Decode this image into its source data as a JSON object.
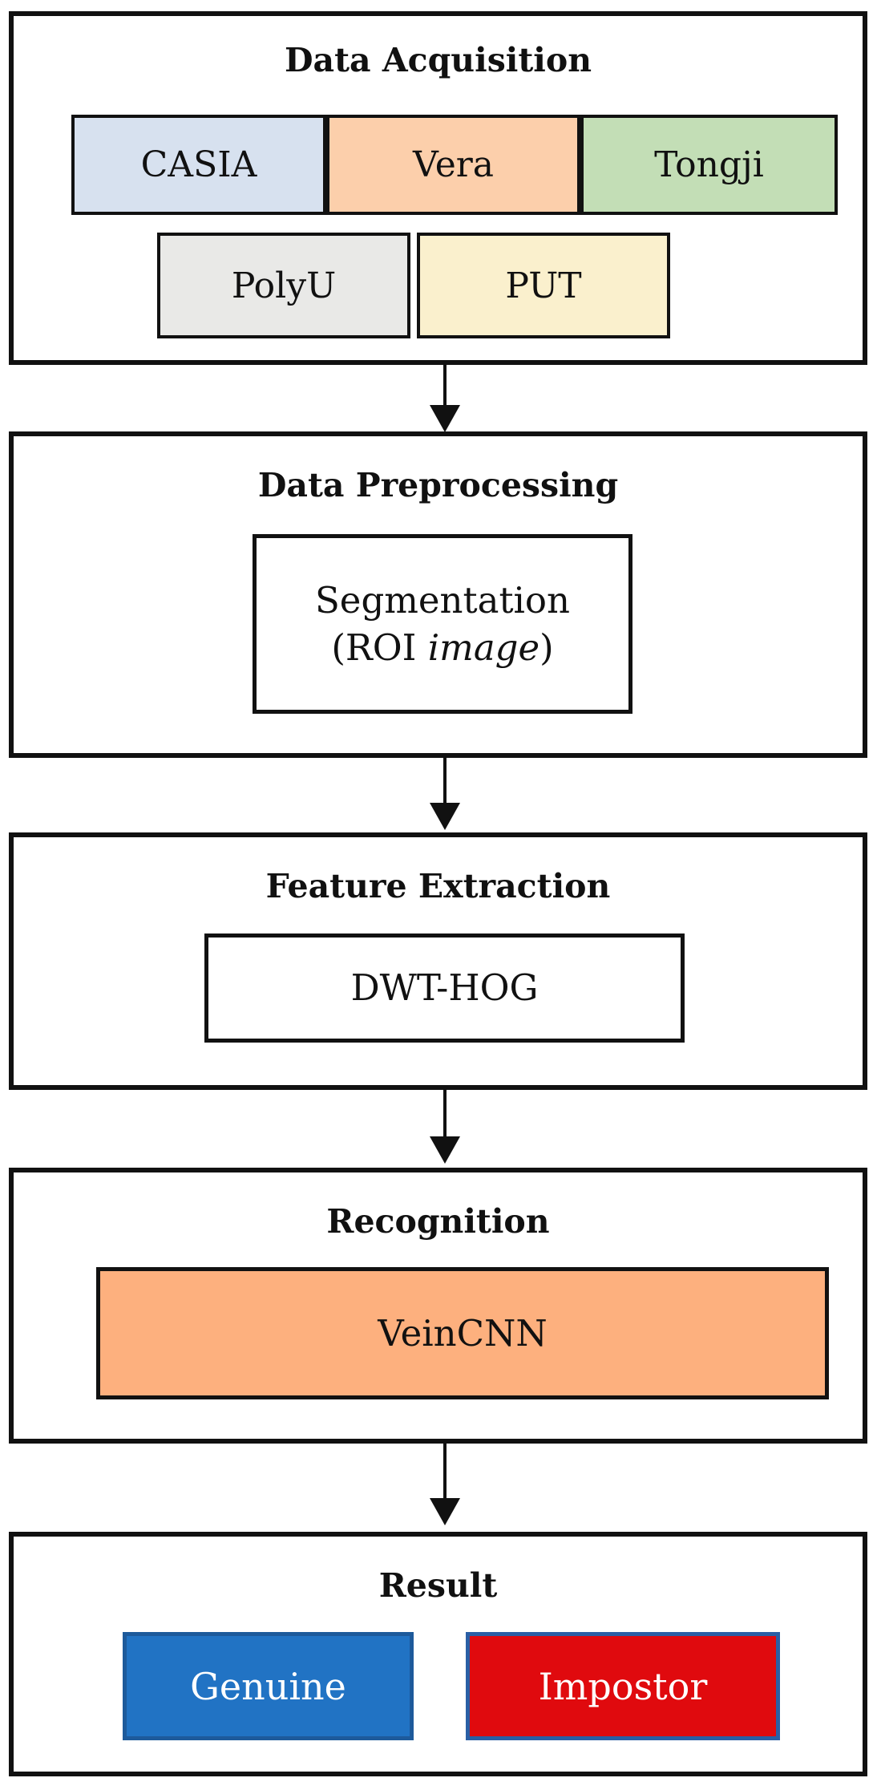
{
  "figure": {
    "sections": {
      "acquisition": {
        "title": "Data Acquisition",
        "datasets": {
          "casia": {
            "label": "CASIA",
            "fill": "#d7e1ef"
          },
          "vera": {
            "label": "Vera",
            "fill": "#fccfab"
          },
          "tongji": {
            "label": "Tongji",
            "fill": "#c3deb6"
          },
          "polyu": {
            "label": "PolyU",
            "fill": "#e9e9e7"
          },
          "put": {
            "label": "PUT",
            "fill": "#faf0cd"
          }
        }
      },
      "preprocessing": {
        "title": "Data Preprocessing",
        "segmentation": {
          "line1": "Segmentation",
          "line2_prefix": "(ROI ",
          "line2_italic": "image",
          "line2_suffix": ")"
        }
      },
      "feature_extraction": {
        "title": "Feature Extraction",
        "method": "DWT-HOG"
      },
      "recognition": {
        "title": "Recognition",
        "model": "VeinCNN",
        "model_fill": "#fdb07e"
      },
      "result": {
        "title": "Result",
        "genuine": {
          "label": "Genuine",
          "fill": "#2173c4",
          "border": "#1d5a9b"
        },
        "impostor": {
          "label": "Impostor",
          "fill": "#e00a0e",
          "border": "#2a5fa5"
        }
      }
    }
  }
}
